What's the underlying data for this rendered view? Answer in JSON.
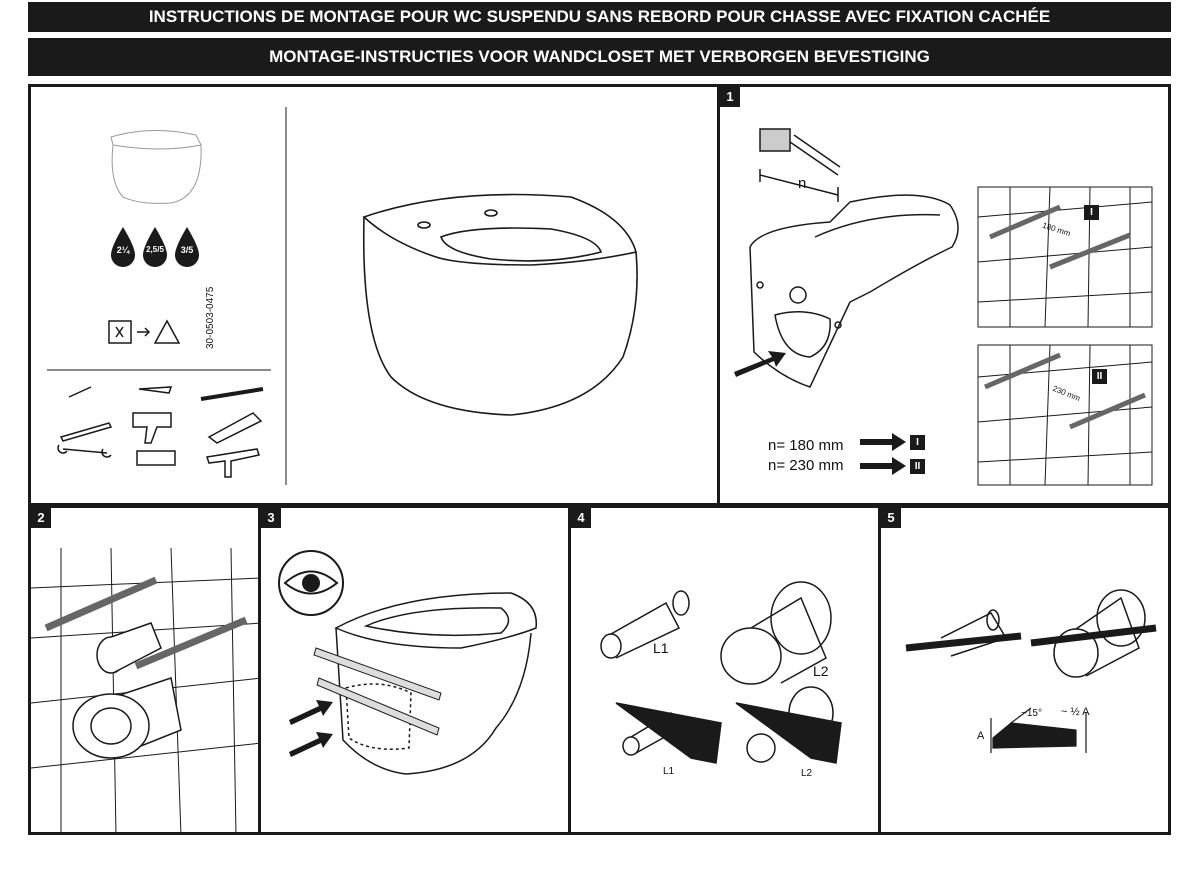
{
  "header": {
    "title_fr": "INSTRUCTIONS DE MONTAGE POUR WC SUSPENDU SANS REBORD POUR CHASSE AVEC FIXATION CACHÉE",
    "title_nl": "MONTAGE-INSTRUCTIES VOOR  WANDCLOSET MET VERBORGEN BEVESTIGING"
  },
  "overview": {
    "flush_volumes": [
      "2¼",
      "2,5/5",
      "3/5"
    ],
    "article_code": "30-0503-0475",
    "tools": [
      "pencil-icon",
      "utility-knife-icon",
      "drill-bit-icon",
      "spirit-level-icon",
      "drill-icon",
      "saw-icon",
      "wrench-icon",
      "tape-measure-icon",
      "silicone-gun-icon"
    ]
  },
  "step1": {
    "number": "1",
    "dimension_label": "n",
    "options": [
      {
        "text": "n= 180 mm",
        "badge": "I"
      },
      {
        "text": "n= 230 mm",
        "badge": "II"
      }
    ],
    "detail_I": {
      "badge": "I",
      "measure": "180 mm"
    },
    "detail_II": {
      "badge": "II",
      "measure": "230 mm"
    }
  },
  "step2": {
    "number": "2"
  },
  "step3": {
    "number": "3"
  },
  "step4": {
    "number": "4",
    "labels": [
      "L1",
      "L2",
      "L1",
      "L2"
    ]
  },
  "step5": {
    "number": "5",
    "angle": "~15°",
    "half": "~ ½ A",
    "a_label": "A"
  }
}
